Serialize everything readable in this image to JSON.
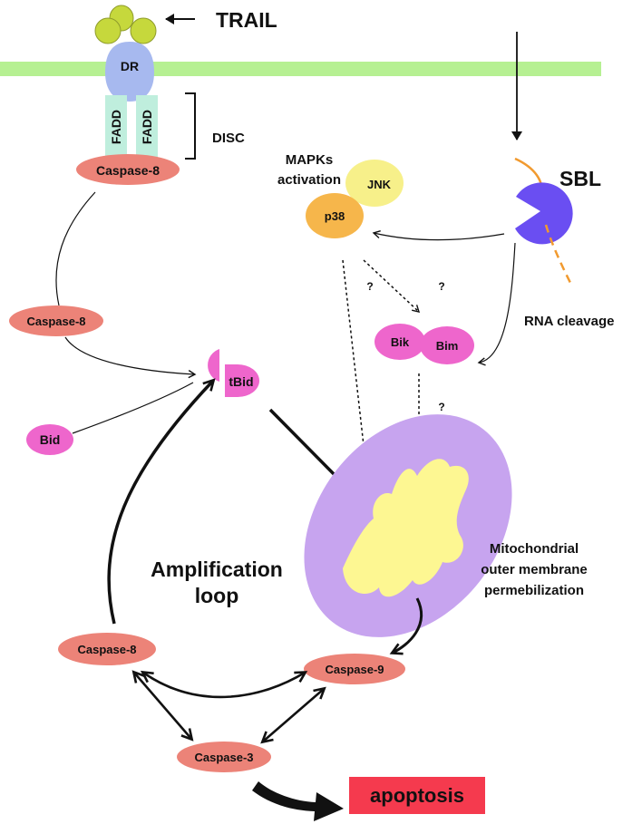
{
  "labels": {
    "trail": "TRAIL",
    "dr": "DR",
    "fadd_left": "FADD",
    "fadd_right": "FADD",
    "disc": "DISC",
    "caspase8_disc": "Caspase-8",
    "caspase8_free": "Caspase-8",
    "caspase8_loop": "Caspase-8",
    "caspase9": "Caspase-9",
    "caspase3": "Caspase-3",
    "bid": "Bid",
    "tbid": "tBid",
    "mapks_line1": "MAPKs",
    "mapks_line2": "activation",
    "jnk": "JNK",
    "p38": "p38",
    "sbl": "SBL",
    "bik": "Bik",
    "bim": "Bim",
    "rna_cleavage": "RNA cleavage",
    "q1": "?",
    "q2": "?",
    "q3": "?",
    "mito_line1": "Mitochondrial",
    "mito_line2": "outer membrane",
    "mito_line3": "permebilization",
    "amp_line1": "Amplification",
    "amp_line2": "loop",
    "apoptosis": "apoptosis"
  },
  "colors": {
    "membrane": "#b6f092",
    "trail_ligand": "#c6d83c",
    "death_receptor": "#a7b9ef",
    "fadd": "#bfeedd",
    "caspase": "#ec8378",
    "bid_family": "#ee66cc",
    "jnk": "#f7f08a",
    "p38": "#f6b64b",
    "sbl": "#6a4ef2",
    "rna": "#f19a2f",
    "mito_outer": "#c7a4ef",
    "mito_inner": "#fdf792",
    "apoptosis_box": "#f53a4e"
  }
}
